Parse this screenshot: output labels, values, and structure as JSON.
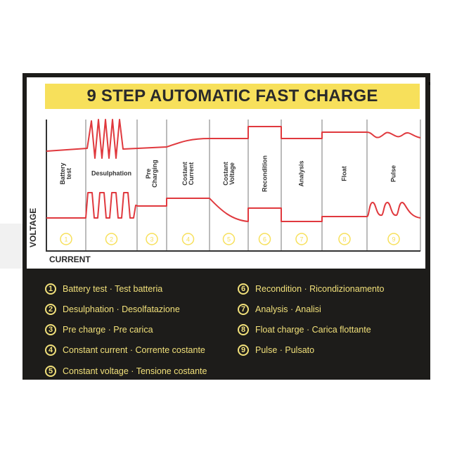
{
  "title": "9 STEP AUTOMATIC FAST CHARGE",
  "axes": {
    "y_label": "VOLTAGE",
    "x_label": "CURRENT"
  },
  "steps": [
    {
      "num": "1",
      "chart_label": "Battery\ntest",
      "legend": "Battery test · Test batteria"
    },
    {
      "num": "2",
      "chart_label": "Desulphation",
      "legend": "Desulphation · Desolfatazione"
    },
    {
      "num": "3",
      "chart_label": "Pre\nCharging",
      "legend": "Pre charge · Pre carica"
    },
    {
      "num": "4",
      "chart_label": "Costant\nCurrent",
      "legend": "Constant current · Corrente costante"
    },
    {
      "num": "5",
      "chart_label": "Costant\nVoltage",
      "legend": "Constant voltage · Tensione costante"
    },
    {
      "num": "6",
      "chart_label": "Recondition",
      "legend": "Recondition · Ricondizionamento"
    },
    {
      "num": "7",
      "chart_label": "Analysis",
      "legend": "Analysis · Analisi"
    },
    {
      "num": "8",
      "chart_label": "Float",
      "legend": "Float charge · Carica flottante"
    },
    {
      "num": "9",
      "chart_label": "Pulse",
      "legend": "Pulse · Pulsato"
    }
  ],
  "colors": {
    "accent": "#f7e05b",
    "line": "#e0393e",
    "legend_text": "#f1e07a",
    "frame": "#1d1c1a"
  }
}
